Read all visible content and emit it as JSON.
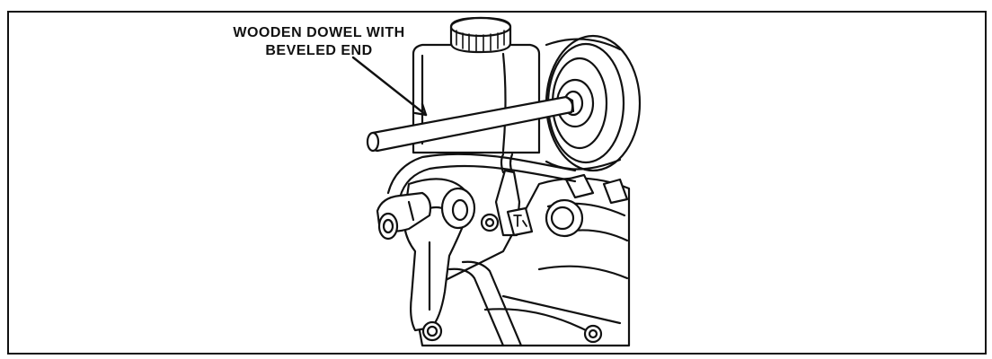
{
  "figure": {
    "callout_line1": "WOODEN DOWEL WITH",
    "callout_line2": "BEVELED END"
  },
  "colors": {
    "ink": "#111111",
    "paper": "#ffffff"
  },
  "icons": [
    "wooden-dowel",
    "fluid-reservoir",
    "reservoir-cap",
    "pump-pulley",
    "mounting-bracket",
    "hose-fitting",
    "bolt"
  ]
}
